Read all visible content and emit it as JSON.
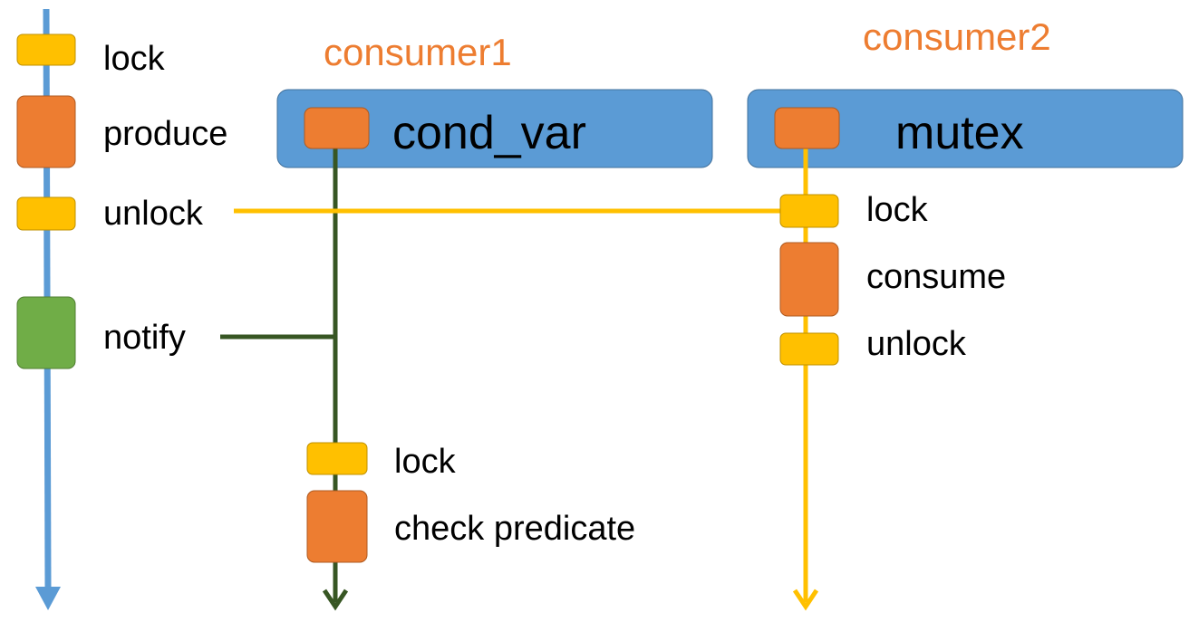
{
  "headers": {
    "consumer1": "consumer1",
    "consumer2": "consumer2"
  },
  "objects": {
    "cond_var": "cond_var",
    "mutex": "mutex"
  },
  "producer": {
    "lock": "lock",
    "produce": "produce",
    "unlock": "unlock",
    "notify": "notify"
  },
  "consumer1_steps": {
    "lock": "lock",
    "check_predicate": "check predicate"
  },
  "consumer2_steps": {
    "lock": "lock",
    "consume": "consume",
    "unlock": "unlock"
  },
  "colors": {
    "blue": "#5b9bd5",
    "orange": "#ed7d31",
    "yellow": "#ffc000",
    "green": "#70ad47",
    "dark_green": "#375623",
    "header_text": "#ed7d31"
  }
}
